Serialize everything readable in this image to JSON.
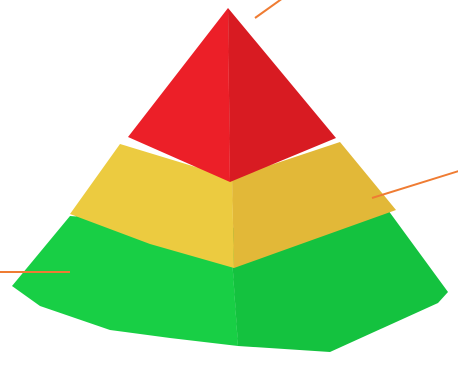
{
  "diagram": {
    "type": "three-tier pyramid",
    "tiers": [
      {
        "level": "top",
        "color": "#ec1f28",
        "shade": "#d81b22"
      },
      {
        "level": "middle",
        "color": "#eccb40",
        "shade": "#e2b838"
      },
      {
        "level": "bottom",
        "color": "#18cf45",
        "shade": "#14c23f"
      }
    ],
    "callout_color": "#ef7c33",
    "background": "#ffffff"
  }
}
